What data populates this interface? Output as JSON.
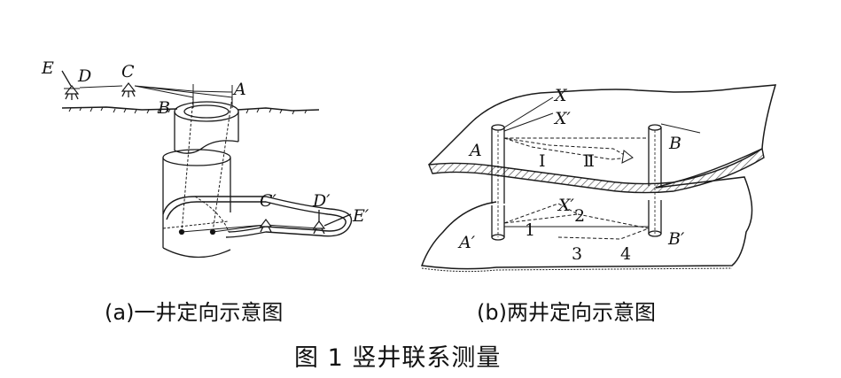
{
  "figure": {
    "title": "图 1 竖井联系测量",
    "panel_a": {
      "caption": "(a)一井定向示意图",
      "labels": {
        "E": "E",
        "D": "D",
        "C": "C",
        "A": "A",
        "B": "B",
        "C_prime": "C′",
        "D_prime": "D′",
        "E_prime": "E′"
      }
    },
    "panel_b": {
      "caption": "(b)两井定向示意图",
      "labels": {
        "X": "X",
        "X_prime": "X′",
        "A": "A",
        "B": "B",
        "I": "Ⅰ",
        "II": "Ⅱ",
        "X_prime_lower": "X′",
        "A_prime": "A′",
        "B_prime": "B′",
        "n1": "1",
        "n2": "2",
        "n3": "3",
        "n4": "4"
      }
    }
  },
  "colors": {
    "line": "#1a1a1a",
    "hatch": "#555555",
    "background": "#ffffff"
  }
}
